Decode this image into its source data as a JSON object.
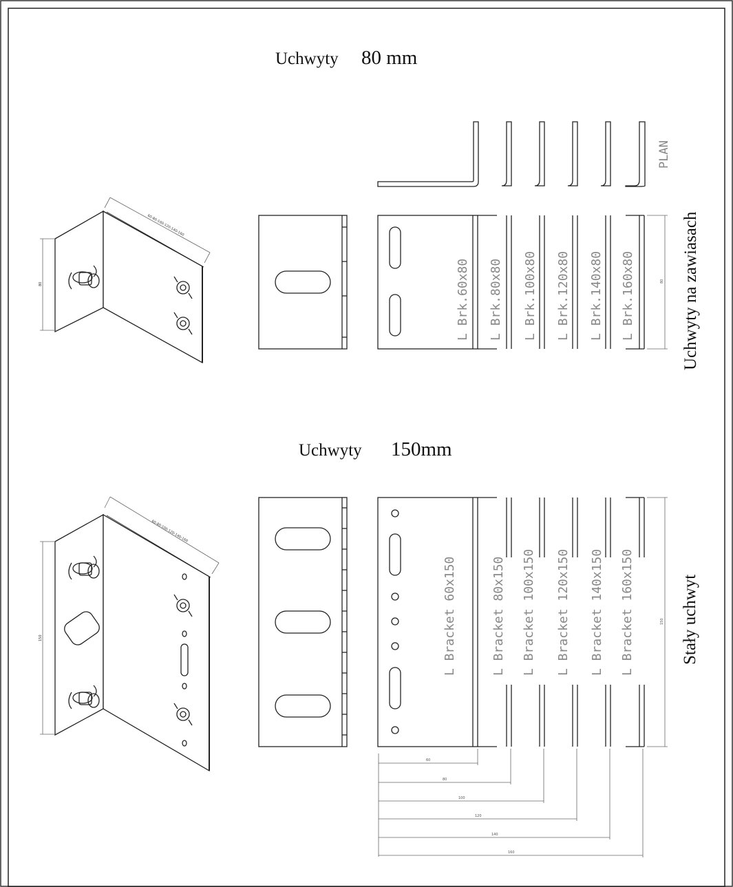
{
  "section_top": {
    "label": "Uchwyty",
    "size": "80 mm",
    "side_label": "Uchwyty na zawiasach",
    "plan_label": "PLAN",
    "iso_dim_top": "60-80-100-120-140-160",
    "iso_dim_side": "80",
    "height_dim": "80",
    "brackets": [
      "L Brk.60x80",
      "L Brk.80x80",
      "L Brk.100x80",
      "L Brk.120x80",
      "L Brk.140x80",
      "L Brk.160x80"
    ]
  },
  "section_bottom": {
    "label": "Uchwyty",
    "size": "150mm",
    "side_label": "Stały uchwyt",
    "iso_dim_top": "60-80-100-120-140-160",
    "iso_dim_side": "150",
    "height_dim": "150",
    "brackets": [
      "L Bracket 60x150",
      "L Bracket 80x150",
      "L Bracket 100x150",
      "L Bracket 120x150",
      "L Bracket 140x150",
      "L Bracket 160x150"
    ],
    "length_dims": [
      "60",
      "80",
      "100",
      "120",
      "140",
      "160"
    ]
  },
  "colors": {
    "ink": "#111111",
    "cad_gray": "#888888",
    "frame": "#222222"
  }
}
